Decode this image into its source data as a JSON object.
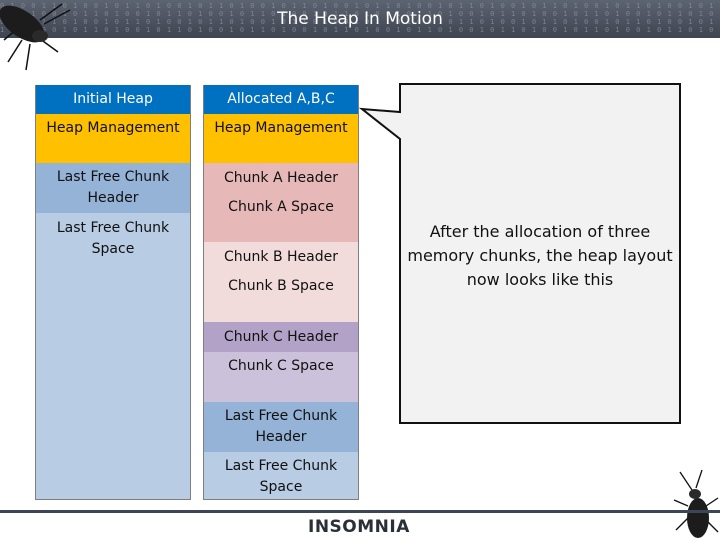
{
  "title": "The Heap In Motion",
  "columns": {
    "initial": {
      "heading": "Initial Heap",
      "rows": [
        "Heap Management",
        "Last Free Chunk Header",
        "Last Free Chunk Space"
      ]
    },
    "allocated": {
      "heading": "Allocated A,B,C",
      "rows": [
        "Heap Management",
        "Chunk A Header",
        "Chunk A Space",
        "Chunk B Header",
        "Chunk B Space",
        "Chunk C Header",
        "Chunk C Space",
        "Last Free Chunk Header",
        "Last Free Chunk Space"
      ]
    }
  },
  "callout": "After the allocation of three memory chunks, the heap layout now looks like this",
  "footer": {
    "logo": "INSOMNIA"
  },
  "colors": {
    "heading": "#0070c0",
    "management": "#ffc000",
    "free_header": "#95b3d7",
    "free_space": "#b8cce4",
    "chunk_a": "#e6b9b8",
    "chunk_b": "#f2dcdb",
    "chunk_c_header": "#b3a2c7",
    "chunk_c_space": "#ccc1da"
  }
}
